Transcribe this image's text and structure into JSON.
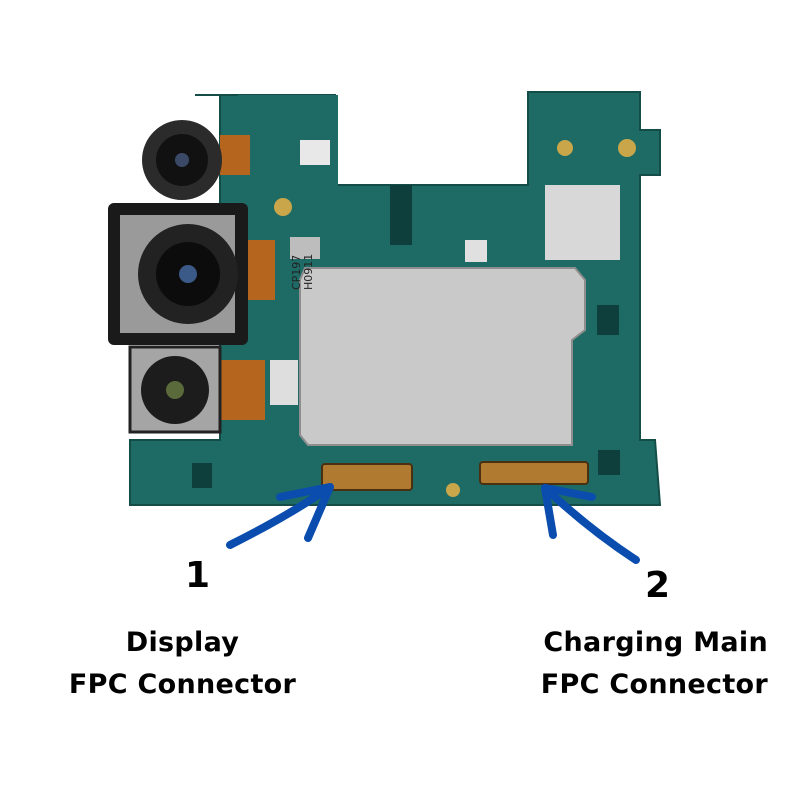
{
  "annotations": [
    {
      "number": "1",
      "label_line1": "Display",
      "label_line2": "FPC Connector"
    },
    {
      "number": "2",
      "label_line1": "Charging Main",
      "label_line2": "FPC Connector"
    }
  ],
  "board_markings": {
    "shield_text_1": "CP197",
    "shield_text_2": "H0911"
  },
  "colors": {
    "pcb": "#1e6b66",
    "shield": "#c9c9c9",
    "arrow": "#0a4dae",
    "text": "#000000"
  }
}
